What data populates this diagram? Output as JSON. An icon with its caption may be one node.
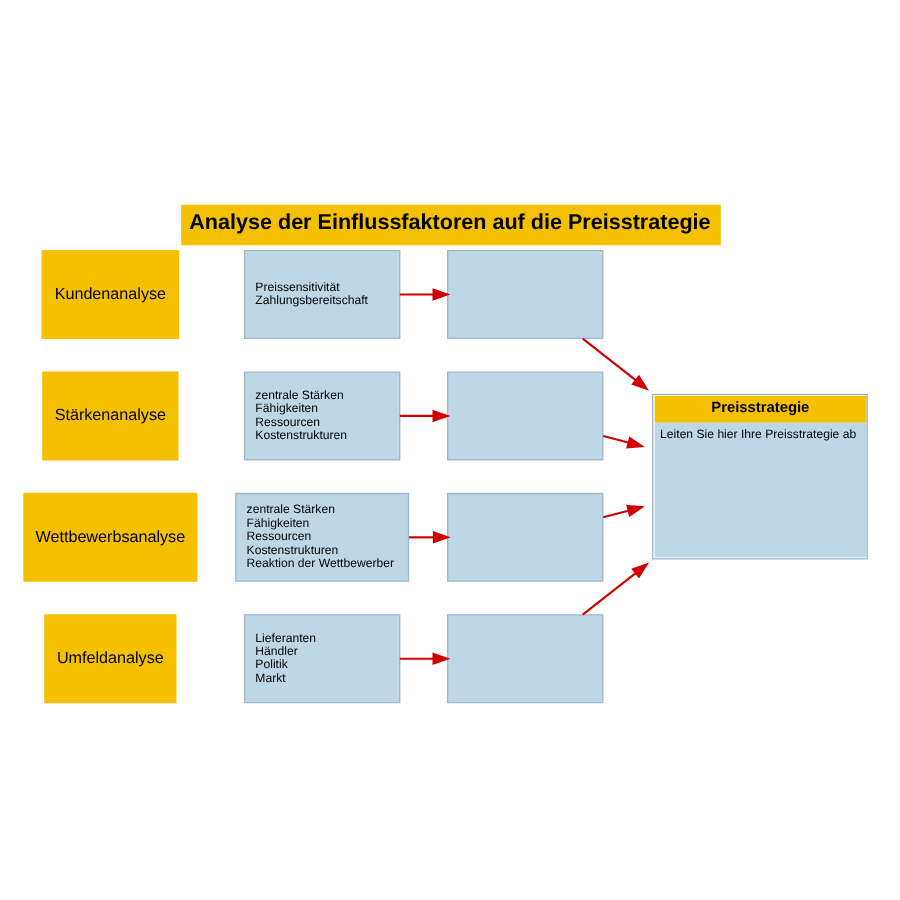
{
  "diagram": {
    "title": "Analyse der Einflussfaktoren auf die Preisstrategie",
    "nodes": [
      {
        "text": [
          "Kundenanalyse"
        ]
      },
      {
        "text": [
          "Preissensitivität",
          "Zahlungsbereitschaft"
        ]
      },
      {
        "text": [],
        "shape": "box"
      },
      {
        "text": [
          "Stärkenanalyse"
        ]
      },
      {
        "text": [
          "zentrale Stärken",
          "Fähigkeiten",
          "Ressourcen",
          "Kostenstrukturen"
        ]
      },
      {
        "text": [],
        "shape": "box"
      },
      {
        "text": [
          "Wettbewerbsanalyse"
        ]
      },
      {
        "text": [
          "zentrale Stärken",
          "Fähigkeiten",
          "Ressourcen",
          "Kostenstrukturen",
          "Reaktion der Wettbewerber"
        ]
      },
      {
        "text": [],
        "shape": "box"
      },
      {
        "text": [
          "Umfeldanalyse"
        ]
      },
      {
        "text": [
          "Lieferanten",
          "Händler",
          "Politik",
          "Markt"
        ]
      },
      {
        "text": [],
        "shape": "box"
      },
      {
        "text": [
          "Preisstrategie",
          "Leiten Sie hier Ihre Preisstrategie ab"
        ]
      }
    ],
    "edges": [
      {
        "from": 1,
        "to": 2,
        "arrow": "to"
      },
      {
        "from": 2,
        "to": 12,
        "arrow": "to"
      },
      {
        "from": 4,
        "to": 5,
        "arrow": "to"
      },
      {
        "from": 5,
        "to": 12,
        "arrow": "to"
      },
      {
        "from": 7,
        "to": 8,
        "arrow": "to"
      },
      {
        "from": 8,
        "to": 12,
        "arrow": "to"
      },
      {
        "from": 10,
        "to": 11,
        "arrow": "to"
      },
      {
        "from": 11,
        "to": 12,
        "arrow": "to"
      }
    ]
  }
}
